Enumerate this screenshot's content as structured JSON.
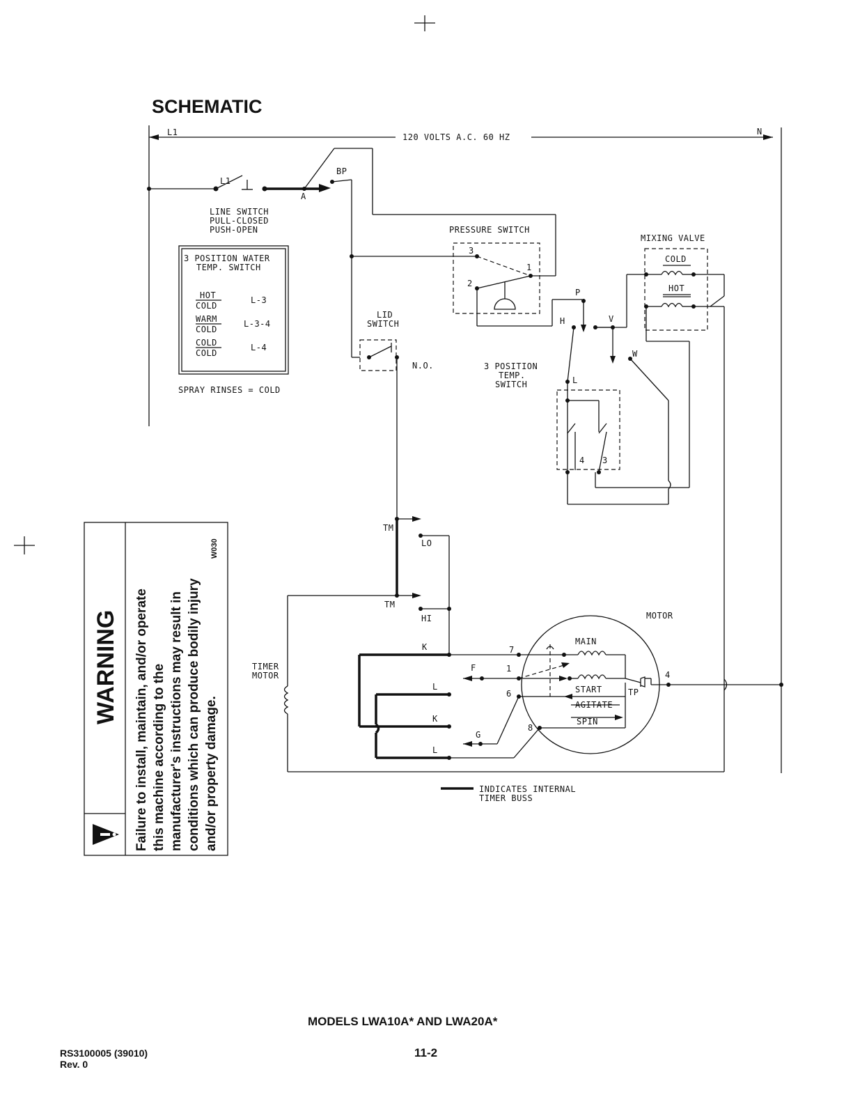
{
  "title": "SCHEMATIC",
  "supply": {
    "l1": "L1",
    "voltage": "120 VOLTS A.C. 60 HZ",
    "n": "N"
  },
  "line_switch": {
    "l1": "L1",
    "a": "A",
    "bp": "BP",
    "caption1": "LINE SWITCH",
    "caption2": "PULL-CLOSED",
    "caption3": "PUSH-OPEN"
  },
  "water_temp_box": {
    "title1": "3 POSITION WATER",
    "title2": "TEMP. SWITCH",
    "rows": [
      {
        "top": "HOT",
        "bottom": "COLD",
        "value": "L-3"
      },
      {
        "top": "WARM",
        "bottom": "COLD",
        "value": "L-3-4"
      },
      {
        "top": "COLD",
        "bottom": "COLD",
        "value": "L-4"
      }
    ],
    "note": "SPRAY RINSES = COLD"
  },
  "pressure_switch": {
    "label": "PRESSURE SWITCH",
    "t1": "1",
    "t2": "2",
    "t3": "3"
  },
  "lid_switch": {
    "label1": "LID",
    "label2": "SWITCH",
    "no": "N.O."
  },
  "mixing_valve": {
    "label": "MIXING VALVE",
    "cold": "COLD",
    "hot": "HOT"
  },
  "temp_switch": {
    "label1": "3 POSITION",
    "label2": "TEMP.",
    "label3": "SWITCH",
    "p": "P",
    "h": "H",
    "v": "V",
    "w": "W",
    "l": "L",
    "t4": "4",
    "t3": "3"
  },
  "timer": {
    "tm": "TM",
    "lo": "LO",
    "hi": "HI",
    "k": "K",
    "f": "F",
    "l": "L",
    "g": "G",
    "motor_label1": "TIMER",
    "motor_label2": "MOTOR"
  },
  "motor": {
    "label": "MOTOR",
    "main": "MAIN",
    "start": "START",
    "agitate": "AGITATE",
    "spin": "SPIN",
    "tp": "TP",
    "t1": "1",
    "t4": "4",
    "t6": "6",
    "t7": "7",
    "t8": "8"
  },
  "legend": {
    "line1": "INDICATES INTERNAL",
    "line2": "TIMER BUSS"
  },
  "warning": {
    "heading": "WARNING",
    "lines": [
      "Failure to install, maintain, and/or operate",
      "this machine according to the",
      "manufacturer's instructions may result in",
      "conditions which can produce bodily injury",
      "and/or property damage."
    ],
    "code": "W030"
  },
  "footer": {
    "models": "MODELS LWA10A* AND LWA20A*",
    "doc": "RS3100005   (39010)",
    "rev": "Rev. 0",
    "page": "11-2"
  }
}
